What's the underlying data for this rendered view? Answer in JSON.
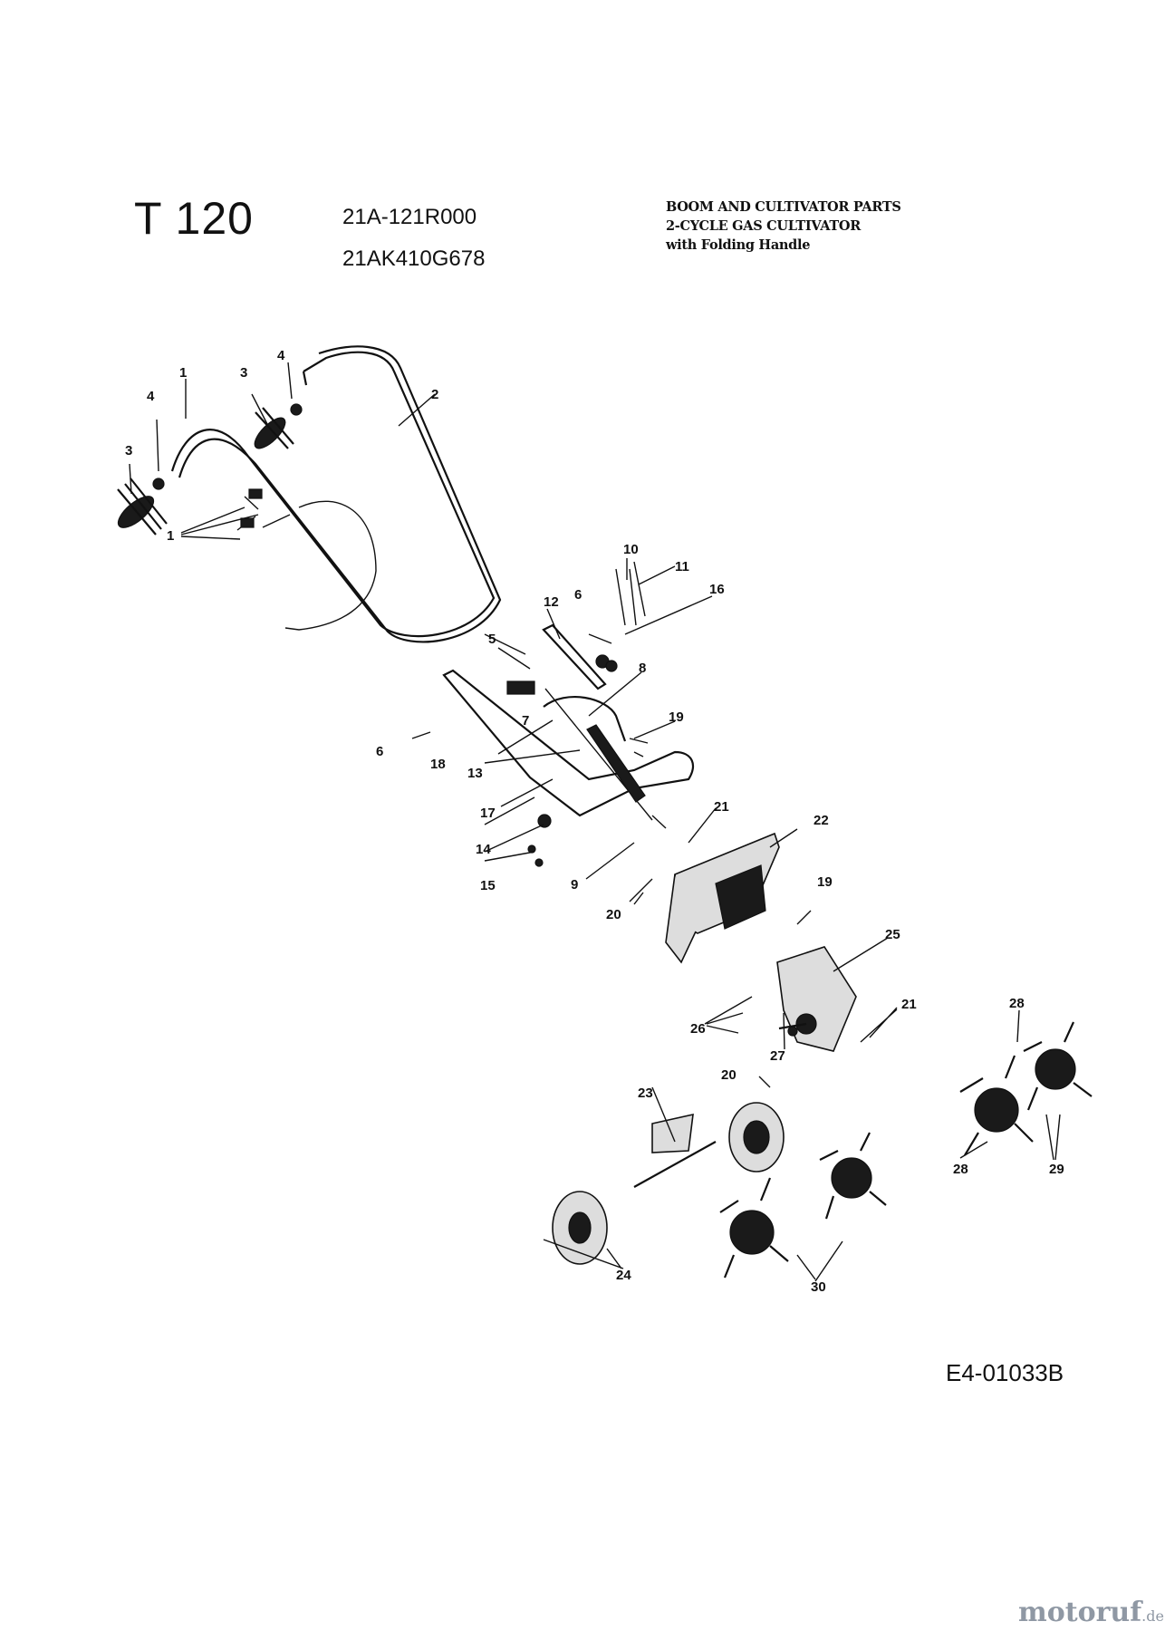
{
  "header": {
    "model": "T 120",
    "model_codes": [
      "21A-121R000",
      "21AK410G678"
    ],
    "subtitle_lines": [
      "BOOM AND CULTIVATOR PARTS",
      "2-CYCLE GAS CULTIVATOR",
      "with Folding Handle"
    ]
  },
  "diagram": {
    "callouts": [
      "1",
      "3",
      "4",
      "2",
      "3",
      "4",
      "1",
      "10",
      "11",
      "16",
      "6",
      "12",
      "5",
      "8",
      "7",
      "19",
      "6",
      "18",
      "13",
      "17",
      "21",
      "22",
      "14",
      "15",
      "9",
      "20",
      "19",
      "25",
      "26",
      "21",
      "27",
      "28",
      "20",
      "23",
      "28",
      "29",
      "24",
      "30"
    ]
  },
  "footer": {
    "drawing_id": "E4-01033B",
    "watermark_main": "motoruf",
    "watermark_tld": ".de"
  }
}
